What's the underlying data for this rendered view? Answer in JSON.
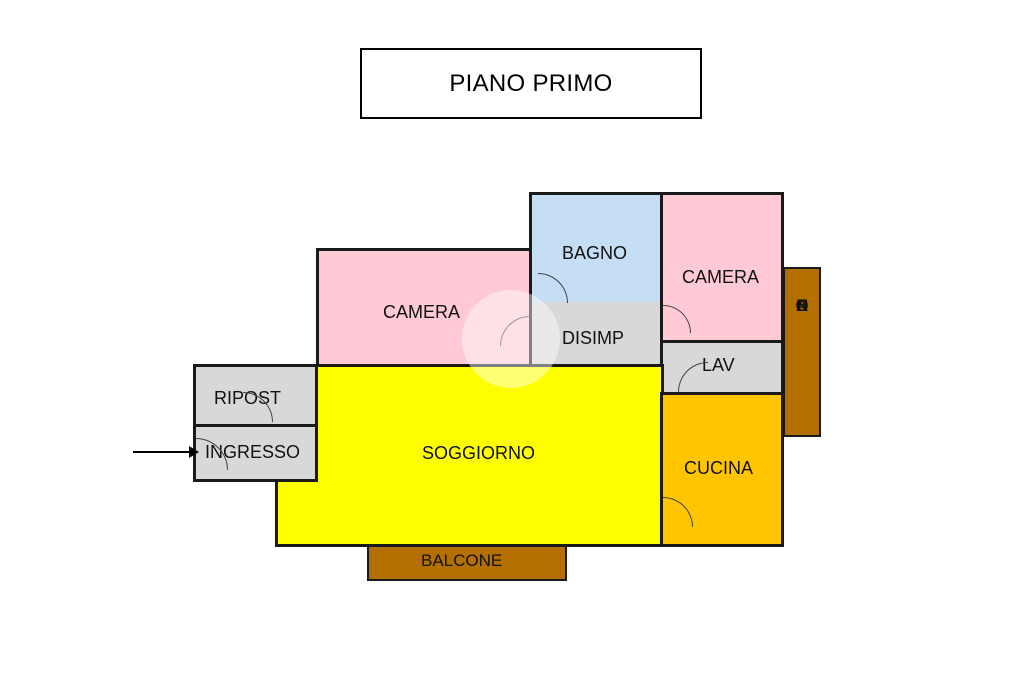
{
  "title": "PIANO PRIMO",
  "rooms": {
    "camera1": "CAMERA",
    "bagno": "BAGNO",
    "camera2": "CAMERA",
    "disimp": "DISIMP",
    "lav": "LAV",
    "ripost": "RIPOST",
    "ingresso": "INGRESSO",
    "soggiorno": "SOGGIORNO",
    "cucina": "CUCINA",
    "balcone_bottom": "BALCONE",
    "balcone_side": [
      "B",
      "A",
      "L",
      "C",
      "O",
      "N",
      "E"
    ]
  },
  "colors": {
    "camera": "#ffcad6",
    "bagno": "#c6def5",
    "disimp": "#d8d8d8",
    "soggiorno": "#ffff00",
    "cucina": "#ffc600",
    "balcone": "#b36f00",
    "service": "#d8d8d8"
  }
}
